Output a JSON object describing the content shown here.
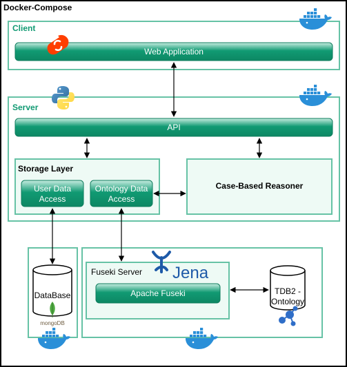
{
  "title": "Docker-Compose",
  "colors": {
    "accent": "#66c2a5",
    "panel_fill": "#eefaf5",
    "bar_dark": "#119a73",
    "bar_light": "#c6ece0",
    "docker_blue": "#2a8fd8",
    "svelte_orange": "#ff3e00",
    "python_blue": "#3776ab",
    "python_yellow": "#ffd43b",
    "jena_blue": "#1e5aa8",
    "ontology_blue": "#2f6ec8",
    "mongo_green": "#4faa41"
  },
  "client": {
    "label": "Client",
    "web_app": "Web Application"
  },
  "server": {
    "label": "Server",
    "api": "API",
    "storage_layer": {
      "label": "Storage Layer",
      "user_data_access": [
        "User Data",
        "Access"
      ],
      "ontology_data_access": [
        "Ontology Data",
        "Access"
      ]
    },
    "reasoner": "Case-Based Reasoner"
  },
  "database": {
    "label": "DataBase",
    "logo_text": "mongoDB"
  },
  "fuseki": {
    "label": "Fuseki Server",
    "logo_text": "Jena",
    "apache_fuseki": "Apache Fuseki"
  },
  "tdb2": {
    "label": [
      "TDB2 -",
      "Ontology"
    ]
  },
  "icons": [
    "docker-icon",
    "svelte-icon",
    "python-icon",
    "jena-icon",
    "mongodb-icon",
    "ontology-icon",
    "database-icon"
  ]
}
